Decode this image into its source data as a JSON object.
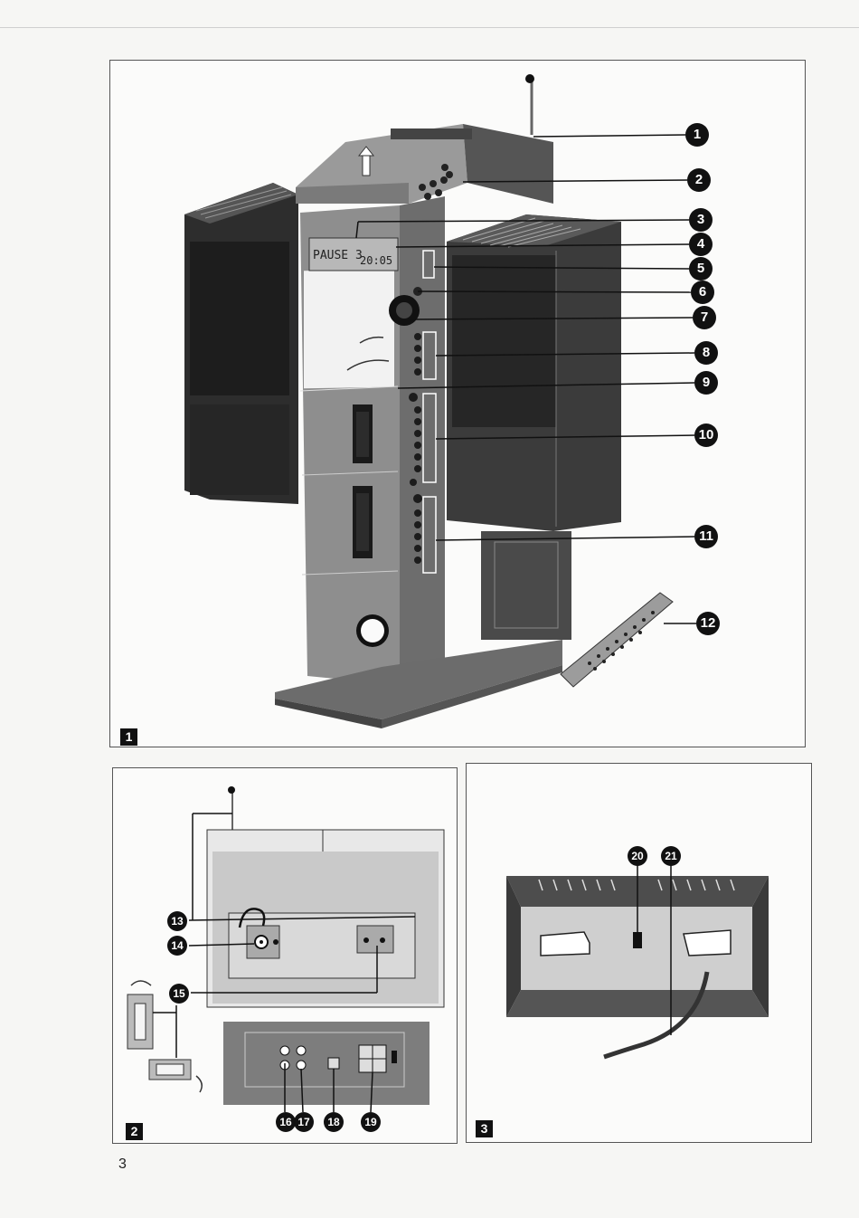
{
  "figures": [
    {
      "tag": "1"
    },
    {
      "tag": "2"
    },
    {
      "tag": "3"
    }
  ],
  "display": {
    "left": "PAUSE 3",
    "right": "20:05"
  },
  "callouts": {
    "c1": "1",
    "c2": "2",
    "c3": "3",
    "c4": "4",
    "c5": "5",
    "c6": "6",
    "c7": "7",
    "c8": "8",
    "c9": "9",
    "c10": "10",
    "c11": "11",
    "c12": "12",
    "c13": "13",
    "c14": "14",
    "c15": "15",
    "c16": "16",
    "c17": "17",
    "c18": "18",
    "c19": "19",
    "c20": "20",
    "c21": "21"
  },
  "page_number": "3"
}
